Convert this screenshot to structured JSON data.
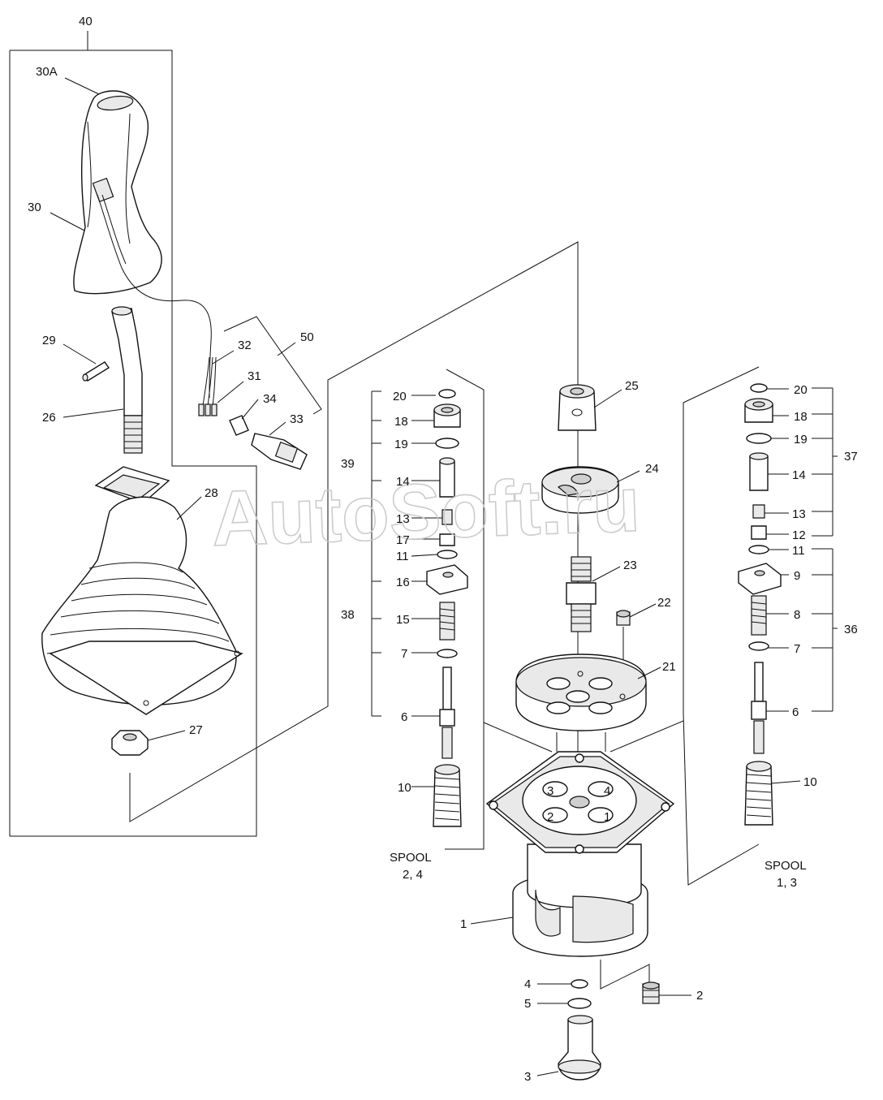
{
  "watermark": "AutoSoft.ru",
  "labels": {
    "l40": "40",
    "l30A": "30A",
    "l30": "30",
    "l29": "29",
    "l26": "26",
    "l32": "32",
    "l50": "50",
    "l31": "31",
    "l34": "34",
    "l33": "33",
    "l28": "28",
    "l27": "27",
    "l25": "25",
    "l24": "24",
    "l23": "23",
    "l22": "22",
    "l21": "21",
    "c1": "1",
    "c2": "2",
    "c3": "3",
    "c4": "4",
    "c5": "5",
    "L20": "20",
    "L18": "18",
    "L19": "19",
    "L39": "39",
    "L14": "14",
    "L13": "13",
    "L17": "17",
    "L11": "11",
    "L16": "16",
    "L15": "15",
    "L38": "38",
    "L7": "7",
    "L6": "6",
    "L10": "10",
    "R20": "20",
    "R18": "18",
    "R19": "19",
    "R37": "37",
    "R14": "14",
    "R13": "13",
    "R12": "12",
    "R11": "11",
    "R9": "9",
    "R8": "8",
    "R36": "36",
    "R7": "7",
    "R6": "6",
    "R10": "10",
    "h3": "3",
    "h4": "4",
    "h2": "2",
    "h1": "1"
  },
  "spool_left": {
    "line1": "SPOOL",
    "line2": "2, 4"
  },
  "spool_right": {
    "line1": "SPOOL",
    "line2": "1, 3"
  }
}
